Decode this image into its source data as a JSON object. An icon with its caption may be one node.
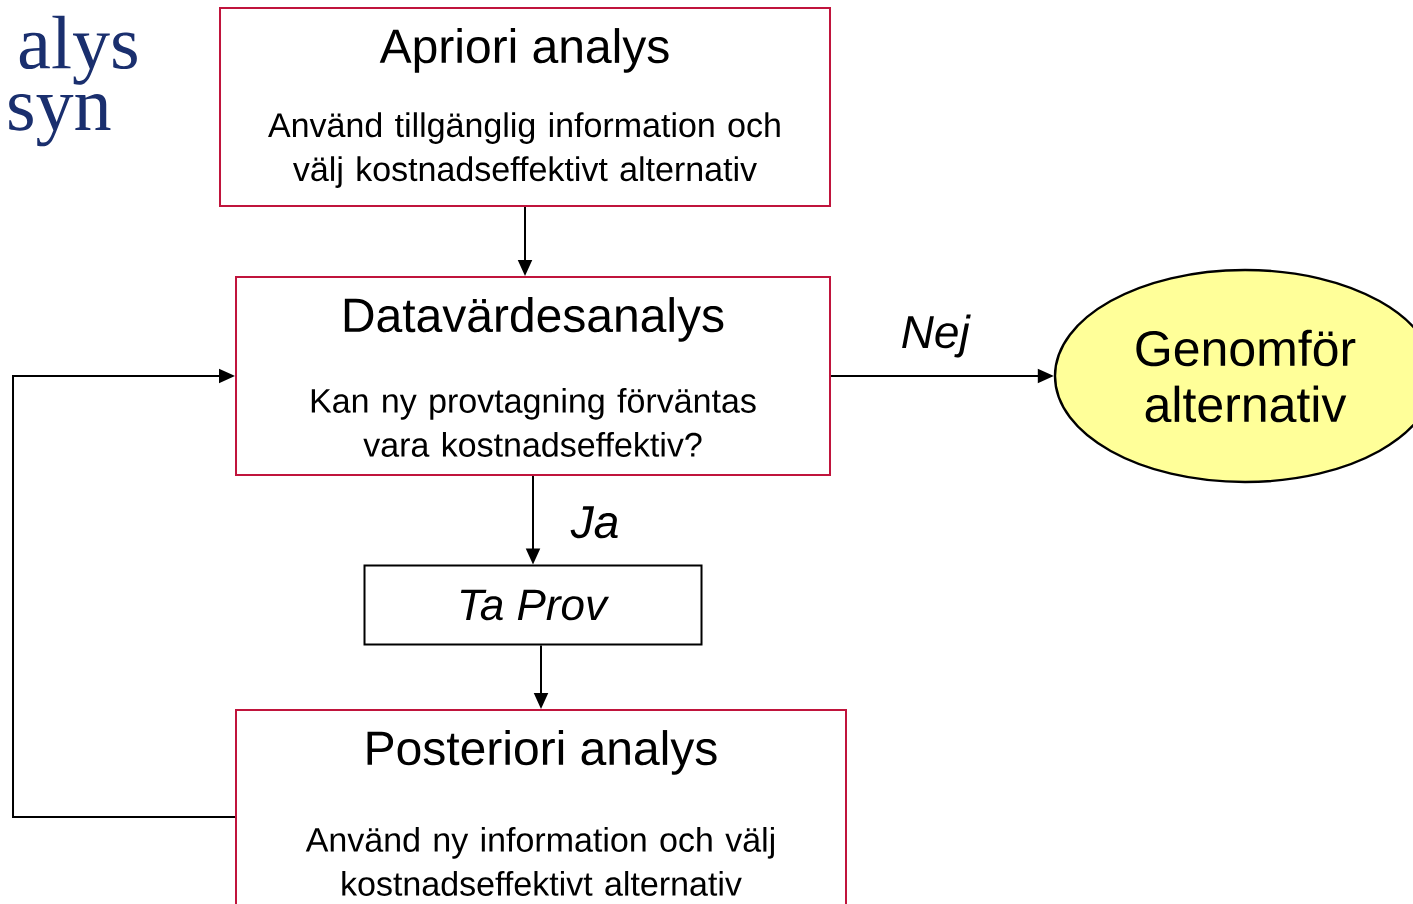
{
  "diagram": {
    "nodes": [
      {
        "text": [
          "Apriori analys",
          "Använd tillgänglig information och välj kostnadseffektivt alternativ"
        ]
      },
      {
        "text": [
          "Datavärdesanalys",
          "Kan ny provtagning förväntas vara kostnadseffektiv?"
        ]
      },
      {
        "text": [
          "Genomför alternativ"
        ]
      },
      {
        "text": [
          "*Ta Prov*"
        ]
      },
      {
        "text": [
          "Posteriori analys",
          "Använd ny information och välj kostnadseffektivt alternativ"
        ]
      }
    ],
    "edges": [
      {
        "from": 0,
        "to": 1,
        "arrow": "to"
      },
      {
        "from": 1,
        "to": 2,
        "arrow": "to",
        "label": "*Nej*"
      },
      {
        "from": 1,
        "to": 3,
        "arrow": "to",
        "label": "*Ja*"
      },
      {
        "from": 3,
        "to": 4,
        "arrow": "to"
      },
      {
        "from": 4,
        "to": 1,
        "arrow": "to"
      }
    ],
    "labels": [
      "alys",
      "syn"
    ]
  }
}
